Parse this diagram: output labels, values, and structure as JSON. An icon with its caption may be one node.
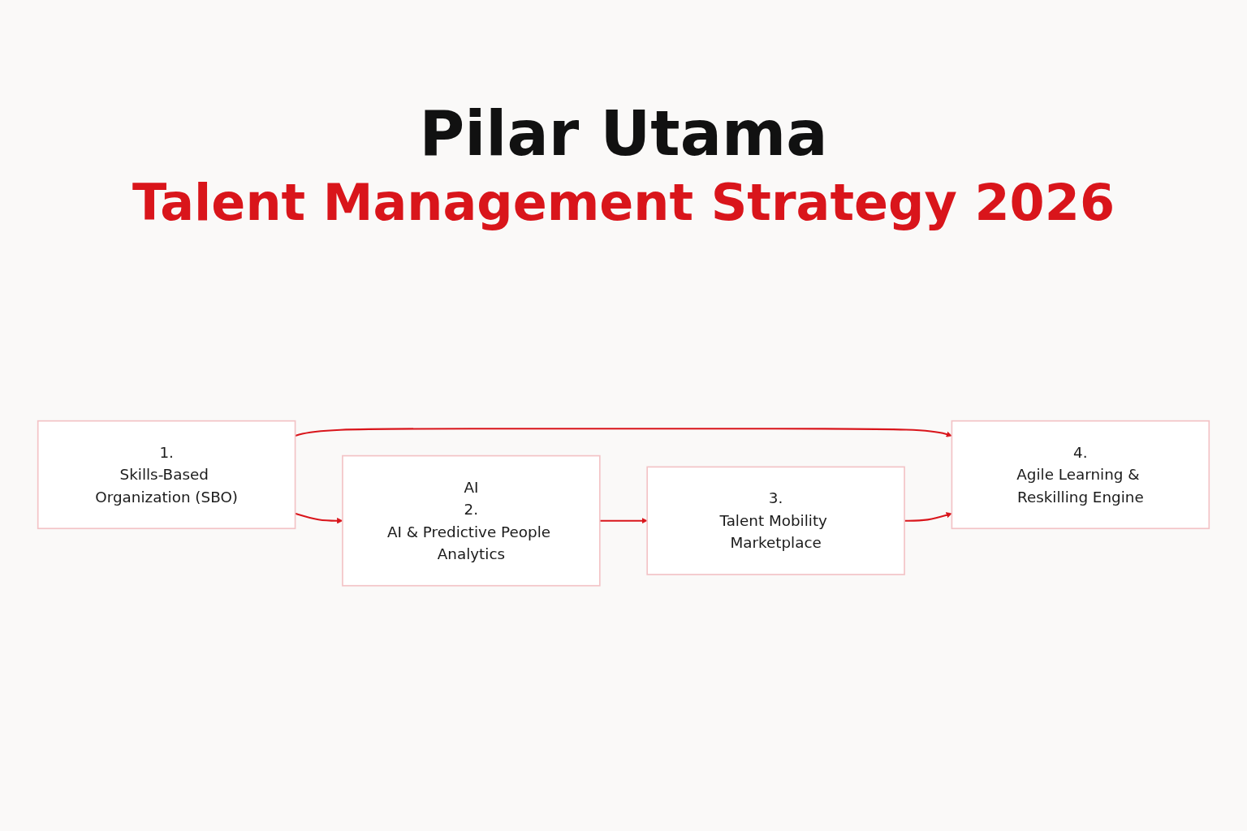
{
  "diagram": {
    "title": "Pilar Utama",
    "nodes": [
      {
        "text": [
          "1.",
          "Skills-Based Organization (SBO)"
        ]
      },
      {
        "text": [
          "AI",
          "2.",
          "AI & Predictive People Analytics"
        ]
      },
      {
        "text": [
          "4.",
          "Agile Learning & Reskilling Engine"
        ]
      },
      {
        "text": [
          "3.",
          "Talent Mobility Marketplace"
        ]
      }
    ],
    "edges": [
      {
        "from": 0,
        "to": 1,
        "arrow": "to"
      },
      {
        "from": 0,
        "to": 2,
        "arrow": "to"
      },
      {
        "from": 1,
        "to": 3,
        "arrow": "to"
      },
      {
        "from": 3,
        "to": 2,
        "arrow": "to"
      }
    ],
    "labels": [
      "Talent Management Strategy 2026"
    ]
  }
}
